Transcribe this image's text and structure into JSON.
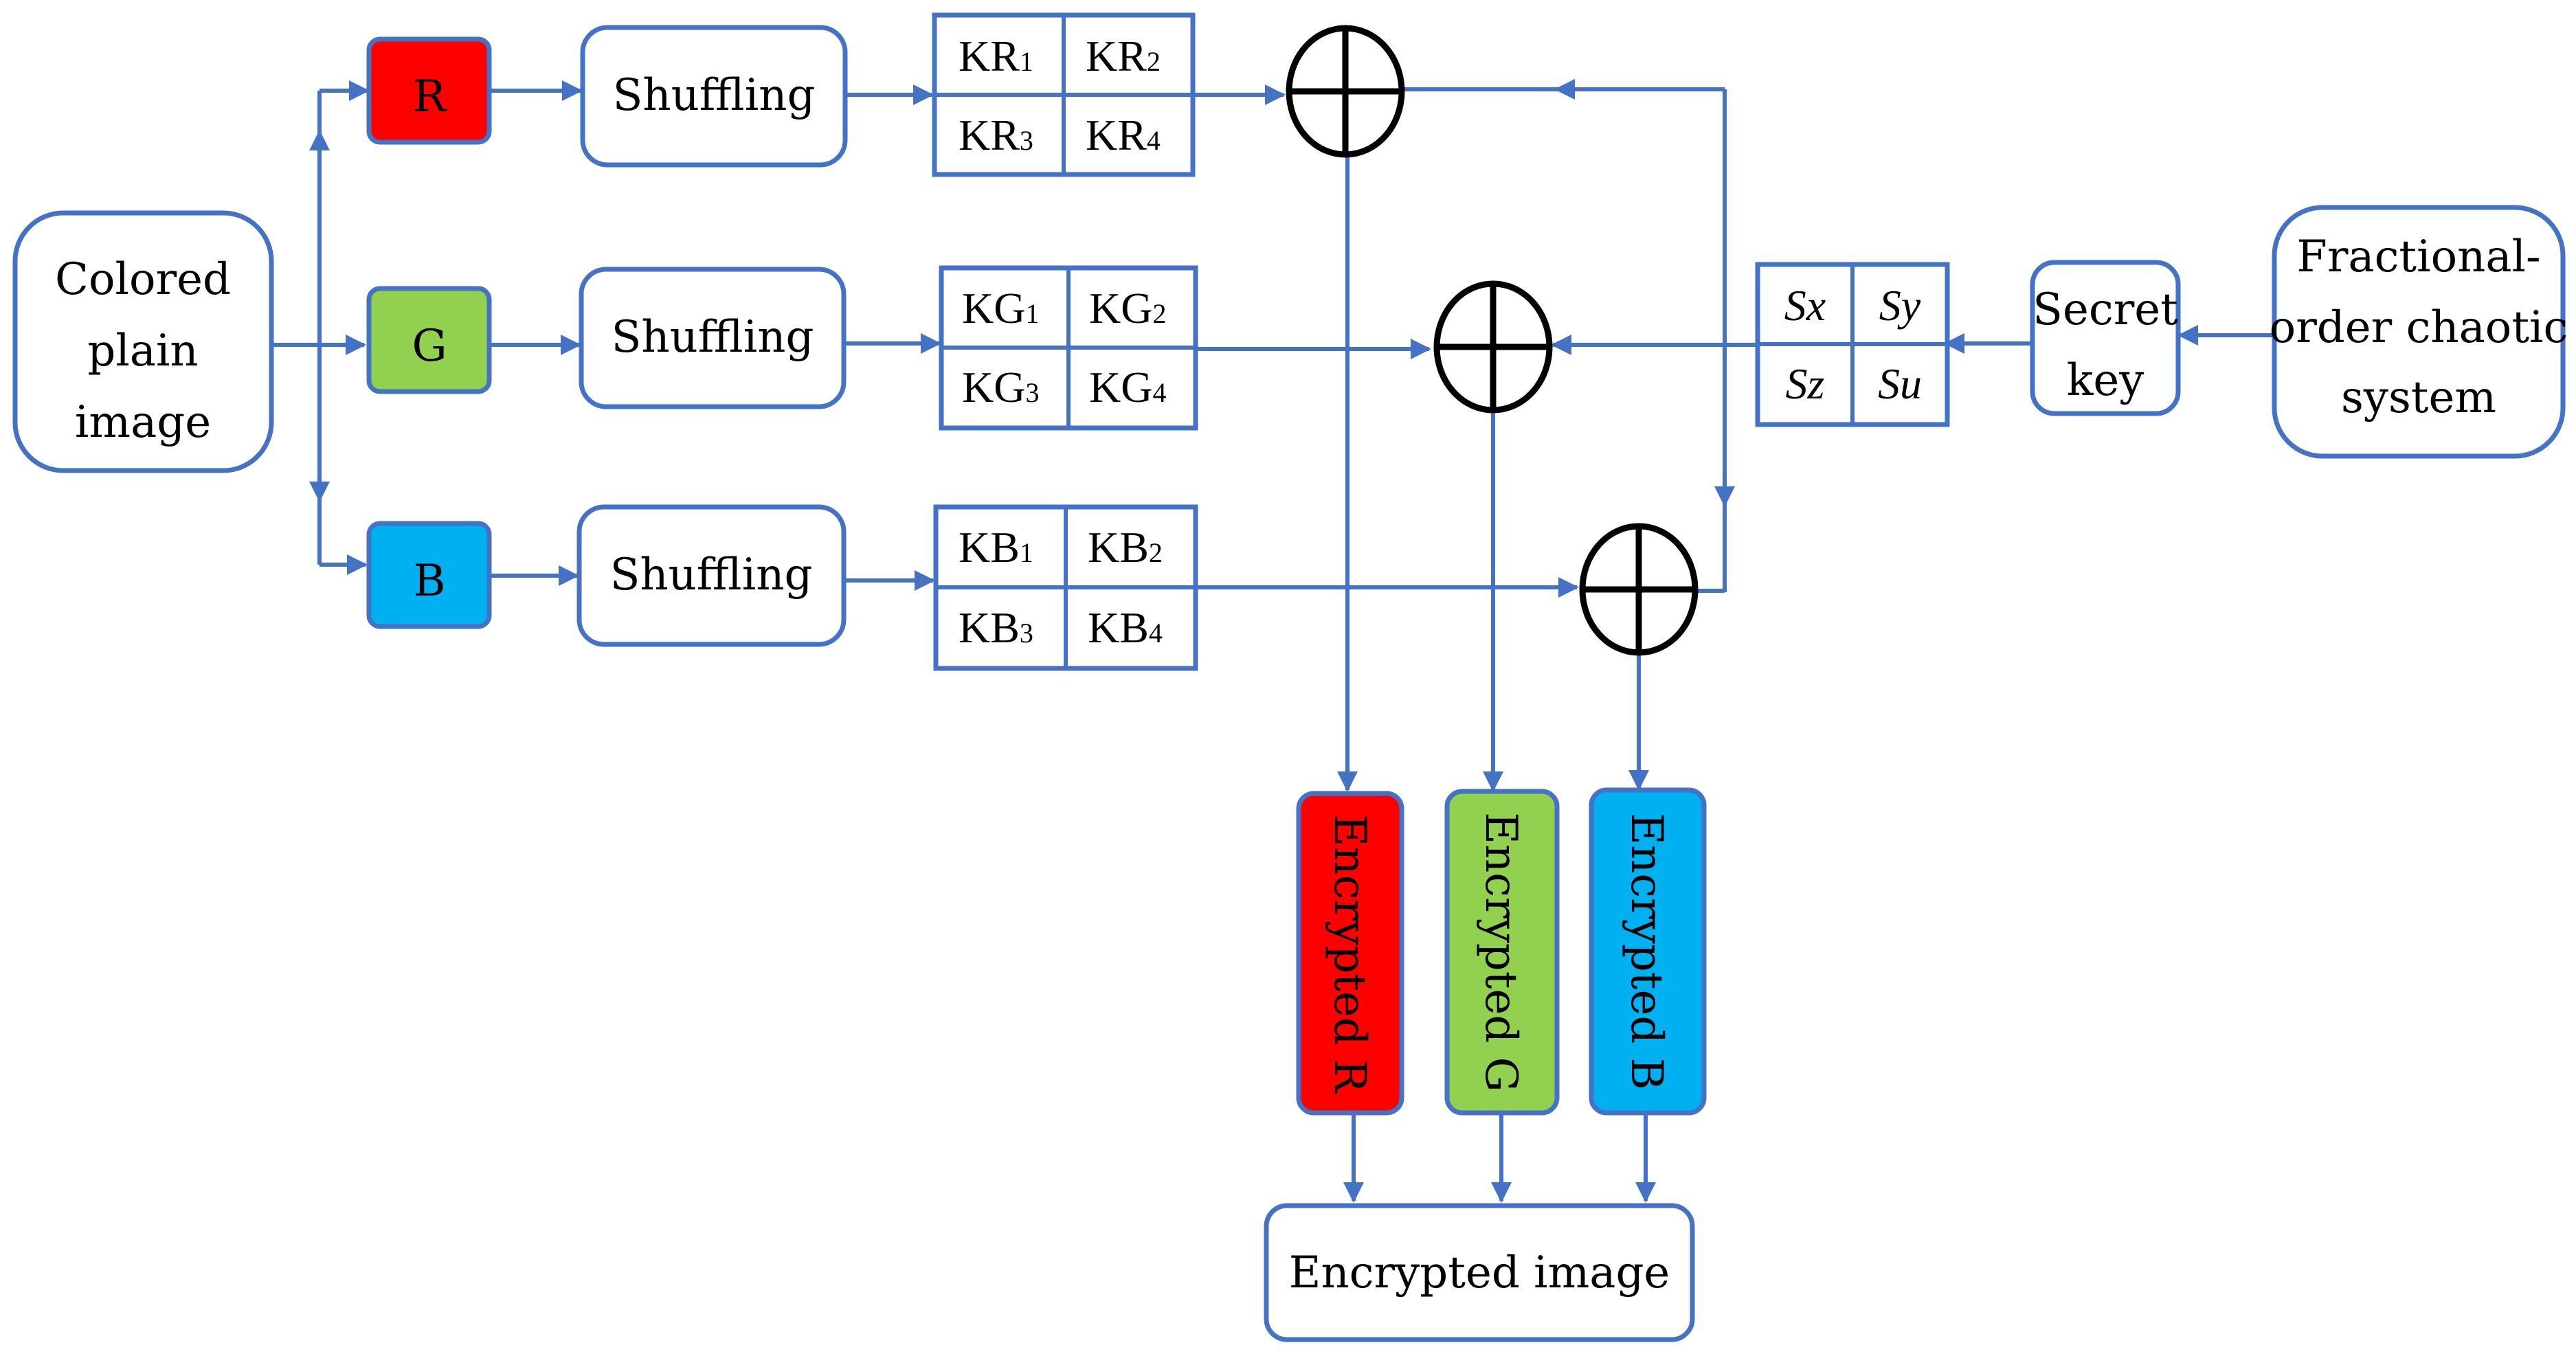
{
  "colors": {
    "line": "#4472C4",
    "red": "#FF0000",
    "green": "#92D050",
    "blue": "#00B0F0",
    "black": "#000000"
  },
  "input": {
    "lines": [
      "Colored",
      "plain",
      "image"
    ]
  },
  "channels": [
    {
      "label": "R",
      "shuffle": "Shuffling",
      "keys": [
        [
          "KR",
          "1"
        ],
        [
          "KR",
          "2"
        ],
        [
          "KR",
          "3"
        ],
        [
          "KR",
          "4"
        ]
      ],
      "encrypted": "Encrypted R"
    },
    {
      "label": "G",
      "shuffle": "Shuffling",
      "keys": [
        [
          "KG",
          "1"
        ],
        [
          "KG",
          "2"
        ],
        [
          "KG",
          "3"
        ],
        [
          "KG",
          "4"
        ]
      ],
      "encrypted": "Encrypted G"
    },
    {
      "label": "B",
      "shuffle": "Shuffling",
      "keys": [
        [
          "KB",
          "1"
        ],
        [
          "KB",
          "2"
        ],
        [
          "KB",
          "3"
        ],
        [
          "KB",
          "4"
        ]
      ],
      "encrypted": "Encrypted B"
    }
  ],
  "sequences": [
    "Sx",
    "Sy",
    "Sz",
    "Su"
  ],
  "secret_key": {
    "lines": [
      "Secret",
      "key"
    ]
  },
  "chaotic_system": {
    "lines": [
      "Fractional-",
      "order chaotic",
      "system"
    ]
  },
  "output": {
    "label": "Encrypted image"
  }
}
